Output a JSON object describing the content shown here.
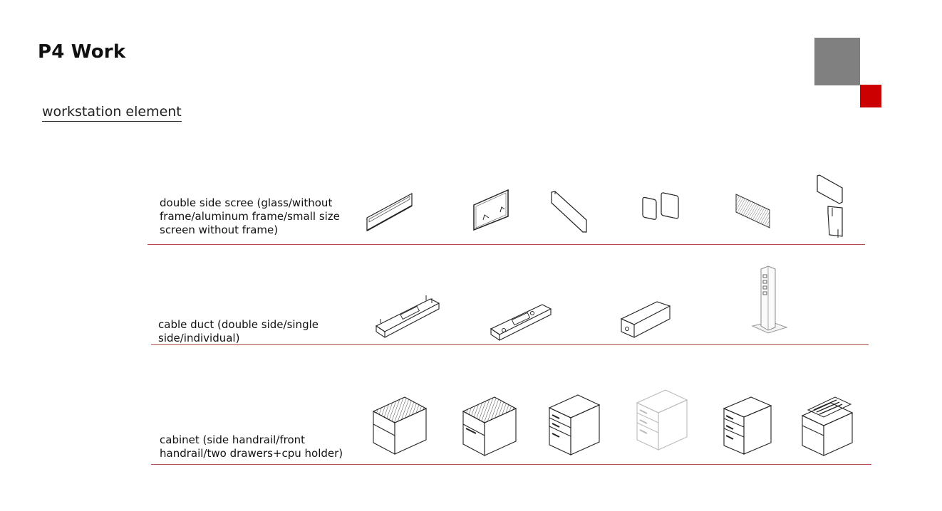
{
  "header": {
    "title": "P4 Work",
    "subtitle": "workstation element"
  },
  "brand": {
    "primary_color": "#808080",
    "accent_color": "#cc0000"
  },
  "rows": [
    {
      "label": "double side scree  (glass/without\nframe/aluminum frame/small size\nscreen without frame)",
      "items": [
        "screen-aluminum-frame-icon",
        "screen-framed-with-clamps-icon",
        "screen-glass-panel-icon",
        "small-screens-pair-icon",
        "screen-fabric-icon",
        "small-screen-stacked-icon"
      ]
    },
    {
      "label": "cable duct  (double side/single\nside/individual)",
      "items": [
        "cable-tray-double-side-icon",
        "cable-tray-single-side-icon",
        "cable-box-individual-icon",
        "cable-riser-column-icon"
      ]
    },
    {
      "label": "cabinet  (side handrail/front\nhandrail/two drawers+cpu holder)",
      "items": [
        "cabinet-side-handrail-icon",
        "cabinet-front-handrail-icon",
        "cabinet-three-drawer-icon",
        "cabinet-three-drawer-light-icon",
        "cabinet-three-drawer-small-icon",
        "cabinet-with-tray-icon"
      ]
    }
  ]
}
